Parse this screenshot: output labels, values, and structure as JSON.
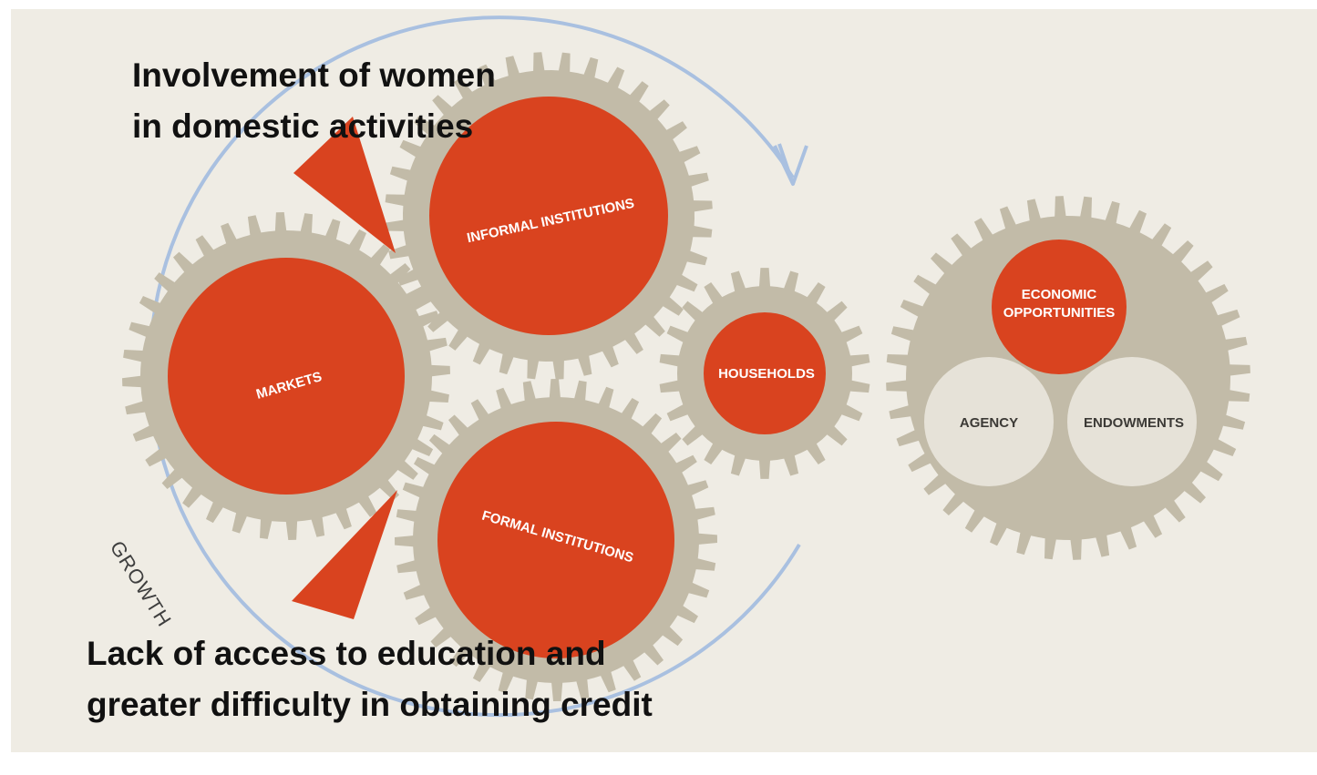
{
  "diagram": {
    "gears": {
      "markets": "MARKETS",
      "informal_institutions": "INFORMAL INSTITUTIONS",
      "formal_institutions": "FORMAL INSTITUTIONS",
      "households": "HOUSEHOLDS",
      "economic_opportunities_line1": "ECONOMIC",
      "economic_opportunities_line2": "OPPORTUNITIES",
      "agency": "AGENCY",
      "endowments": "ENDOWMENTS"
    },
    "growth_label": "GROWTH",
    "callouts": {
      "top": "Involvement of women in domestic activities",
      "bottom": "Lack of access to education and greater difficulty in obtaining credit"
    },
    "colors": {
      "gear": "#c2bba8",
      "hub": "#d9431f",
      "light_circle": "#e6e2d8",
      "arrow": "#a9c0e0",
      "panel": "#efece4"
    }
  }
}
